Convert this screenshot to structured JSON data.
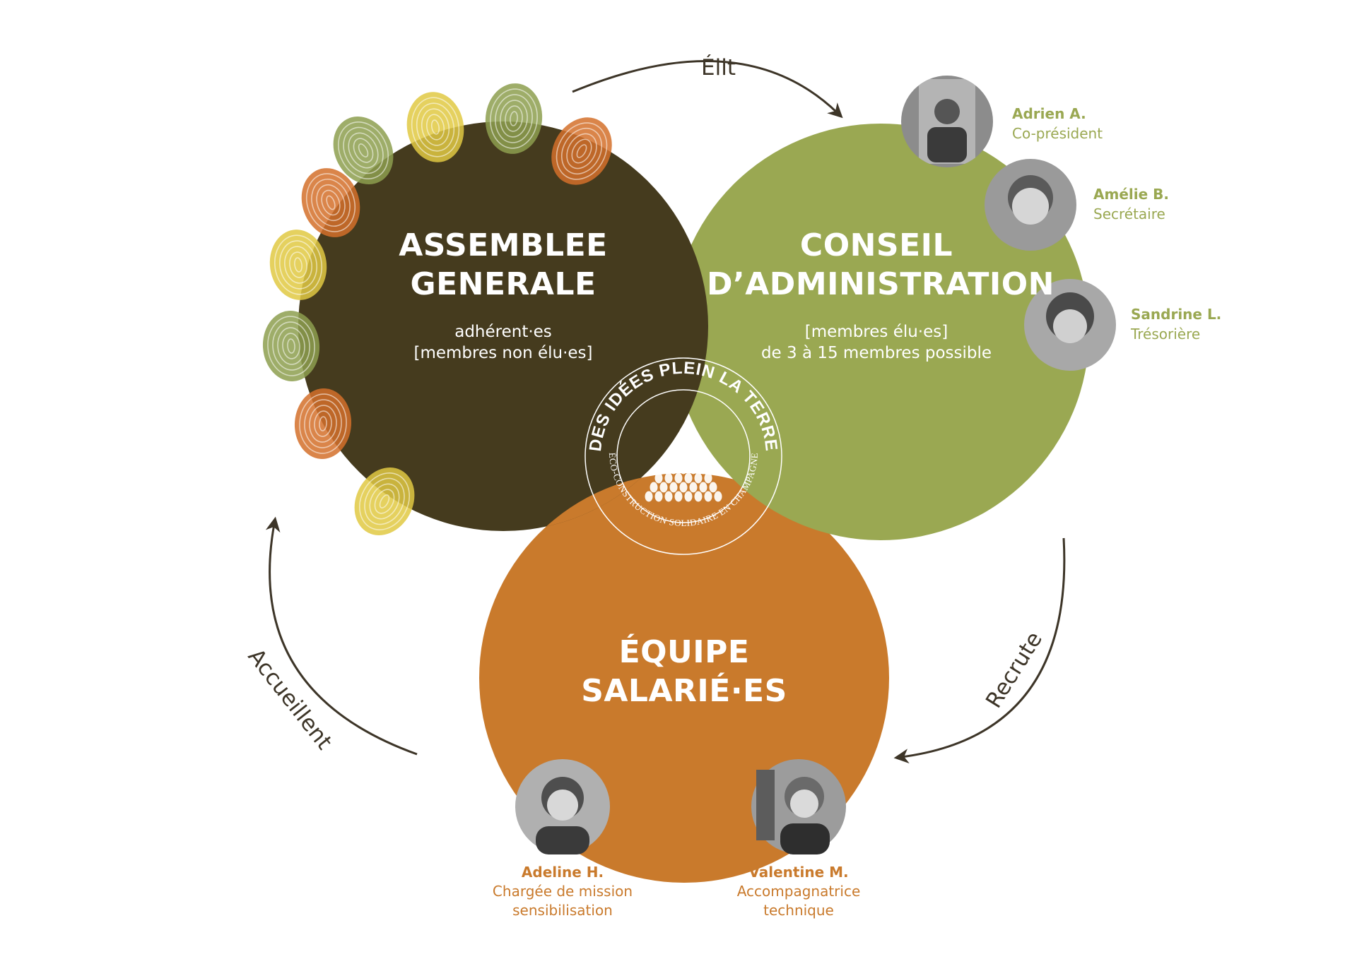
{
  "colors": {
    "assemblee": "#453b1e",
    "conseil": "#9aa852",
    "equipe": "#c97a2c",
    "arrow": "#3d3528",
    "finger_green": "#8d9f4f",
    "finger_yellow": "#e1c943",
    "finger_orange": "#d3702a"
  },
  "circles": {
    "assemblee": {
      "title_line1": "ASSEMBLEE",
      "title_line2": "GENERALE",
      "sub_line1": "adhérent·es",
      "sub_line2": "[membres non élu·es]"
    },
    "conseil": {
      "title_line1": "CONSEIL",
      "title_line2": "D’ADMINISTRATION",
      "sub_line1": "[membres élu·es]",
      "sub_line2": "de 3 à 15 membres possible"
    },
    "equipe": {
      "title_line1": "ÉQUIPE",
      "title_line2": "SALARIÉ·ES"
    }
  },
  "arrows": {
    "top": "Élit",
    "left": "Accueillent",
    "right": "Recrute"
  },
  "logo": {
    "top_text": "DES IDÉES PLEIN LA TERRE",
    "bottom_text": "ÉCO-CONSTRUCTION SOLIDAIRE EN CHAMPAGNE",
    "icon": "house-of-seeds-icon"
  },
  "conseil_members": [
    {
      "name": "Adrien A.",
      "role": "Co-président"
    },
    {
      "name": "Amélie B.",
      "role": "Secrétaire"
    },
    {
      "name": "Sandrine L.",
      "role": "Trésorière"
    }
  ],
  "equipe_members": [
    {
      "name": "Adeline H.",
      "role_line1": "Chargée de mission",
      "role_line2": "sensibilisation"
    },
    {
      "name": "Valentine M.",
      "role_line1": "Accompagnatrice",
      "role_line2": "technique"
    }
  ]
}
